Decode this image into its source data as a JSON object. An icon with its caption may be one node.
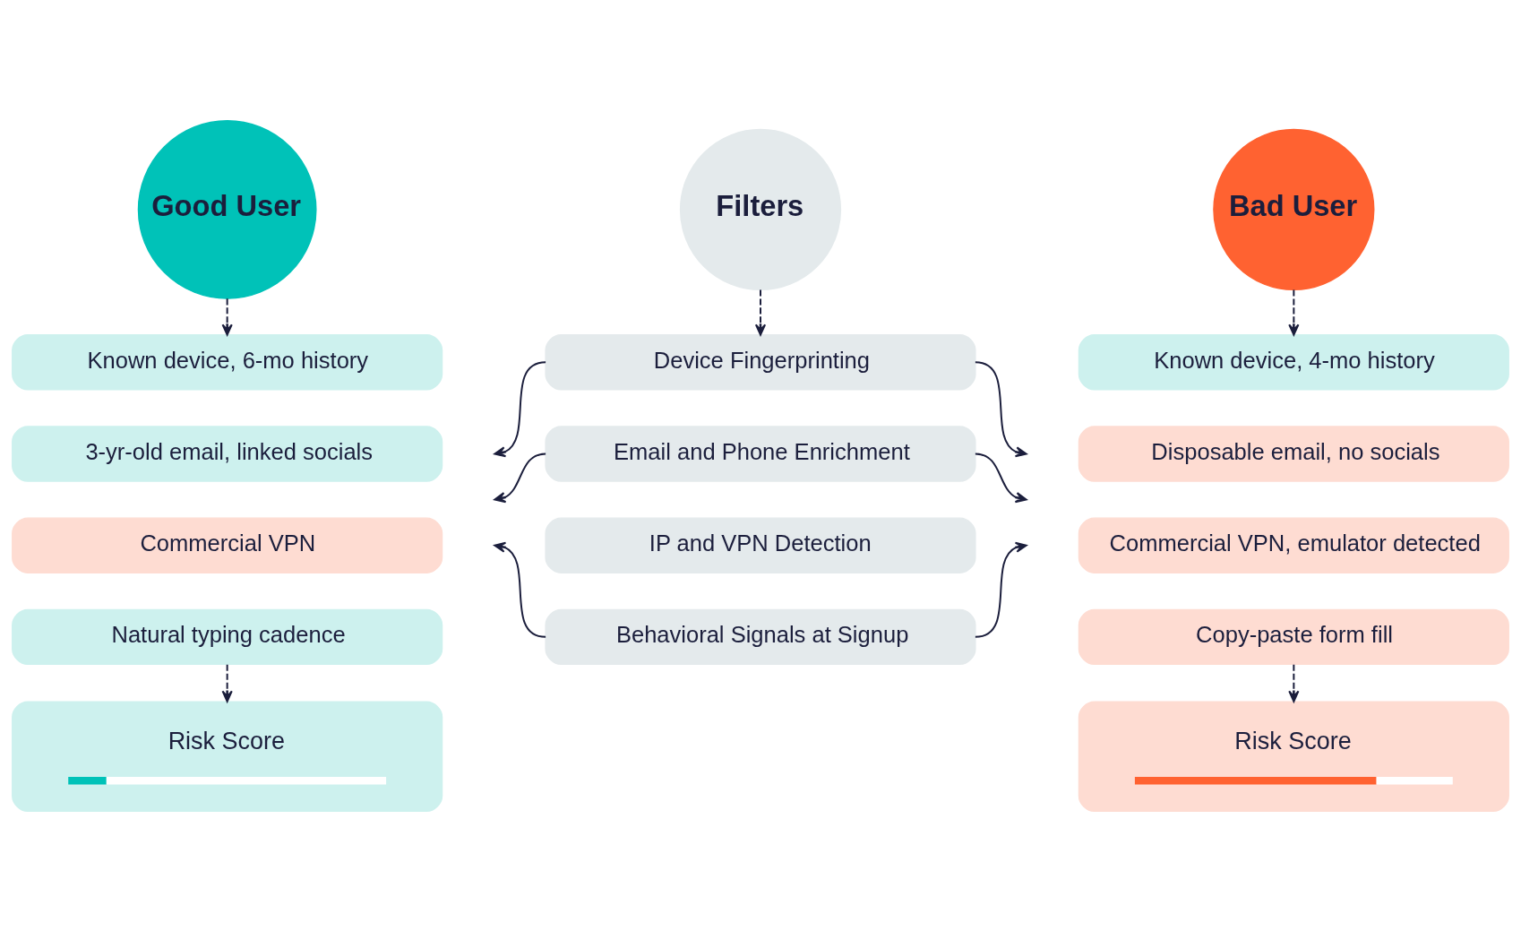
{
  "diagram": {
    "nodes": [
      {
        "text": [
          "Good User"
        ]
      },
      {
        "text": [
          "Filters"
        ]
      },
      {
        "text": [
          "Bad User"
        ]
      },
      {
        "text": [
          "Known device, 6-mo history"
        ]
      },
      {
        "text": [
          "Device Fingerprinting"
        ]
      },
      {
        "text": [
          "Known device, 4-mo history"
        ]
      },
      {
        "text": [
          "3-yr-old email, linked socials"
        ]
      },
      {
        "text": [
          "Email and Phone Enrichment"
        ]
      },
      {
        "text": [
          "Disposable email, no socials"
        ]
      },
      {
        "text": [
          "Commercial VPN"
        ]
      },
      {
        "text": [
          "IP and VPN Detection"
        ]
      },
      {
        "text": [
          "Commercial VPN, emulator detected"
        ]
      },
      {
        "text": [
          "Natural typing cadence"
        ]
      },
      {
        "text": [
          "Behavioral Signals at Signup"
        ]
      },
      {
        "text": [
          "Copy-paste form fill"
        ]
      },
      {
        "text": [
          "Risk Score"
        ]
      },
      {
        "text": [
          "Risk Score"
        ]
      }
    ],
    "edges": [
      {
        "from": 0,
        "to": 3,
        "arrow": "to",
        "style": "dashed"
      },
      {
        "from": 1,
        "to": 4,
        "arrow": "to",
        "style": "dashed"
      },
      {
        "from": 2,
        "to": 5,
        "arrow": "to",
        "style": "dashed"
      },
      {
        "from": 4,
        "to": null,
        "arrow": "to"
      },
      {
        "from": 7,
        "to": null,
        "arrow": "to"
      },
      {
        "from": 13,
        "to": null,
        "arrow": "to"
      },
      {
        "from": 4,
        "to": null,
        "arrow": "to"
      },
      {
        "from": 7,
        "to": null,
        "arrow": "to"
      },
      {
        "from": 13,
        "to": null,
        "arrow": "to"
      },
      {
        "from": 12,
        "to": 15,
        "arrow": "to",
        "style": "dashed"
      },
      {
        "from": 14,
        "to": 16,
        "arrow": "to",
        "style": "dashed"
      }
    ]
  }
}
